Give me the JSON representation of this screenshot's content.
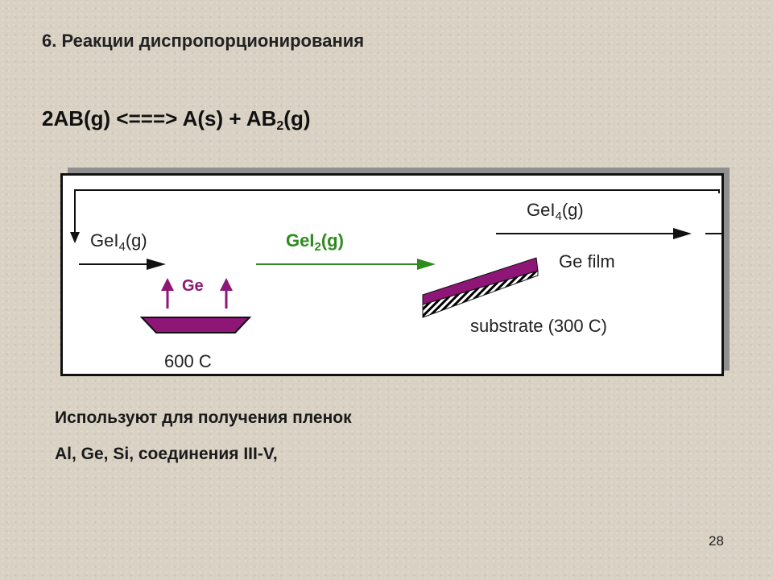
{
  "slide": {
    "title": "6. Реакции диспропорционирования",
    "equation": {
      "part1": "2AB(g) <===> A(s) + AB",
      "sub": "2",
      "part2": "(g)"
    },
    "body_lines": [
      "Используют для получения пленок",
      "Al, Ge, Si, соединения III-V,"
    ],
    "page_number": "28"
  },
  "diagram": {
    "gei4_left": {
      "base": "GeI",
      "sub": "4",
      "tail": "(g)"
    },
    "gei2_middle": {
      "base": "GeI",
      "sub": "2",
      "tail": "(g)"
    },
    "gei4_right": {
      "base": "GeI",
      "sub": "4",
      "tail": "(g)"
    },
    "ge_source_label": "Ge",
    "source_temp": "600 C",
    "film_label": "Ge film",
    "substrate_label": "substrate (300 C)",
    "colors": {
      "purple": "#8e1676",
      "green": "#2e8b1e",
      "arrow": "#111111"
    }
  }
}
